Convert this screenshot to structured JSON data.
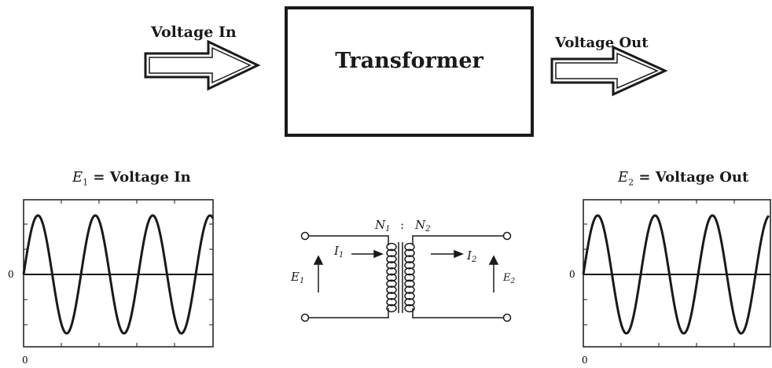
{
  "diagram": {
    "input_label": "Voltage In",
    "output_label": "Voltage Out",
    "block_label": "Transformer"
  },
  "waveforms": {
    "input": {
      "symbol": "E",
      "subscript": "1",
      "title": "= Voltage In",
      "zero_y": "0",
      "zero_x": "0"
    },
    "output": {
      "symbol": "E",
      "subscript": "2",
      "title": "= Voltage Out",
      "zero_y": "0",
      "zero_x": "0"
    }
  },
  "circuit": {
    "n1": "N",
    "n1_sub": "1",
    "colon": ":",
    "n2": "N",
    "n2_sub": "2",
    "e1": "E",
    "e1_sub": "1",
    "e2": "E",
    "e2_sub": "2",
    "i1": "I",
    "i1_sub": "1",
    "i2": "I",
    "i2_sub": "2"
  },
  "colors": {
    "ink": "#1a1a1a",
    "background": "#ffffff"
  }
}
